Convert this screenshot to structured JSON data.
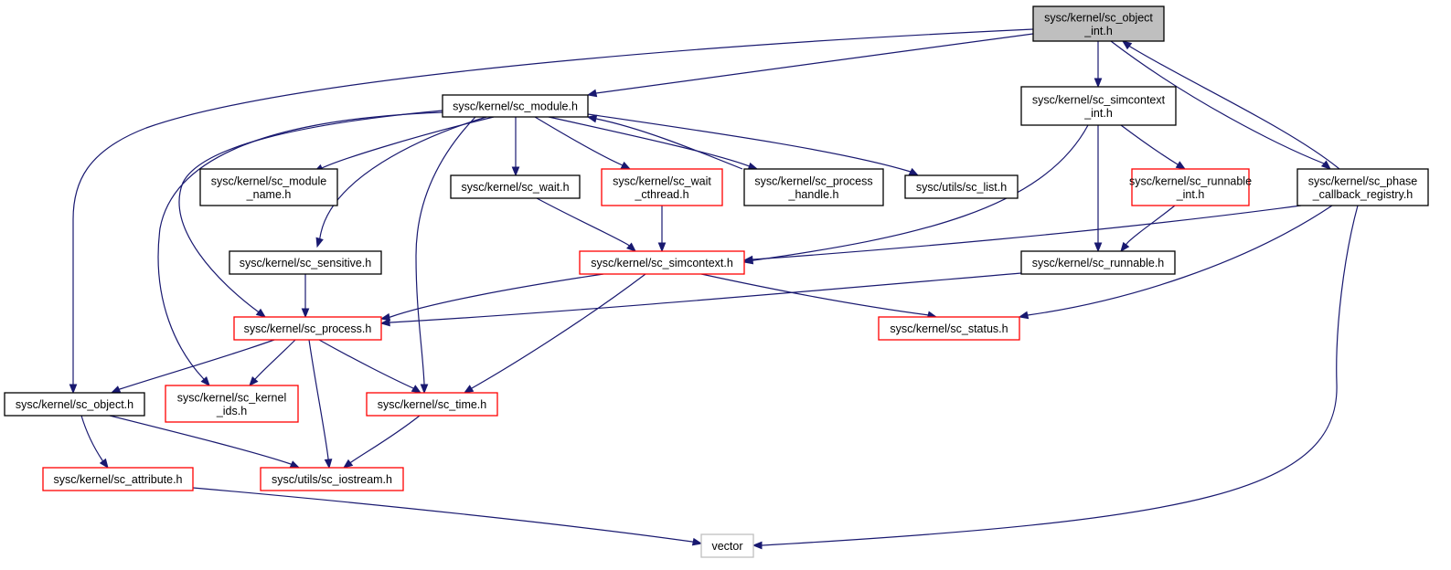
{
  "graph": {
    "colors": {
      "edge": "#191970",
      "focus_fill": "#bfbfbf",
      "plain_border": "#000000",
      "incomplete_border": "#ff0000",
      "external_border": "#bfbfbf"
    },
    "nodes": [
      {
        "id": "object_int",
        "lines": [
          "sysc/kernel/sc_object",
          "_int.h"
        ],
        "style": "focus"
      },
      {
        "id": "module",
        "lines": [
          "sysc/kernel/sc_module.h"
        ],
        "style": "plain"
      },
      {
        "id": "simcontext_int",
        "lines": [
          "sysc/kernel/sc_simcontext",
          "_int.h"
        ],
        "style": "plain"
      },
      {
        "id": "module_name",
        "lines": [
          "sysc/kernel/sc_module",
          "_name.h"
        ],
        "style": "plain"
      },
      {
        "id": "wait",
        "lines": [
          "sysc/kernel/sc_wait.h"
        ],
        "style": "plain"
      },
      {
        "id": "wait_cthread",
        "lines": [
          "sysc/kernel/sc_wait",
          "_cthread.h"
        ],
        "style": "red"
      },
      {
        "id": "process_handle",
        "lines": [
          "sysc/kernel/sc_process",
          "_handle.h"
        ],
        "style": "plain"
      },
      {
        "id": "list",
        "lines": [
          "sysc/utils/sc_list.h"
        ],
        "style": "plain"
      },
      {
        "id": "runnable_int",
        "lines": [
          "sysc/kernel/sc_runnable",
          "_int.h"
        ],
        "style": "red"
      },
      {
        "id": "phase_cb",
        "lines": [
          "sysc/kernel/sc_phase",
          "_callback_registry.h"
        ],
        "style": "plain"
      },
      {
        "id": "sensitive",
        "lines": [
          "sysc/kernel/sc_sensitive.h"
        ],
        "style": "plain"
      },
      {
        "id": "simcontext",
        "lines": [
          "sysc/kernel/sc_simcontext.h"
        ],
        "style": "red"
      },
      {
        "id": "runnable",
        "lines": [
          "sysc/kernel/sc_runnable.h"
        ],
        "style": "plain"
      },
      {
        "id": "process",
        "lines": [
          "sysc/kernel/sc_process.h"
        ],
        "style": "red"
      },
      {
        "id": "status",
        "lines": [
          "sysc/kernel/sc_status.h"
        ],
        "style": "red"
      },
      {
        "id": "object",
        "lines": [
          "sysc/kernel/sc_object.h"
        ],
        "style": "plain"
      },
      {
        "id": "kernel_ids",
        "lines": [
          "sysc/kernel/sc_kernel",
          "_ids.h"
        ],
        "style": "red"
      },
      {
        "id": "time",
        "lines": [
          "sysc/kernel/sc_time.h"
        ],
        "style": "red"
      },
      {
        "id": "attribute",
        "lines": [
          "sysc/kernel/sc_attribute.h"
        ],
        "style": "red"
      },
      {
        "id": "iostream",
        "lines": [
          "sysc/utils/sc_iostream.h"
        ],
        "style": "red"
      },
      {
        "id": "vector",
        "lines": [
          "vector"
        ],
        "style": "external"
      }
    ],
    "edges": [
      {
        "from": "object_int",
        "to": "module"
      },
      {
        "from": "object_int",
        "to": "object"
      },
      {
        "from": "object_int",
        "to": "simcontext_int"
      },
      {
        "from": "object_int",
        "to": "phase_cb"
      },
      {
        "from": "phase_cb",
        "to": "object_int"
      },
      {
        "from": "module",
        "to": "module_name"
      },
      {
        "from": "module",
        "to": "wait"
      },
      {
        "from": "module",
        "to": "wait_cthread"
      },
      {
        "from": "module",
        "to": "process_handle"
      },
      {
        "from": "process_handle",
        "to": "module"
      },
      {
        "from": "module",
        "to": "list"
      },
      {
        "from": "module",
        "to": "sensitive"
      },
      {
        "from": "module",
        "to": "process"
      },
      {
        "from": "module",
        "to": "kernel_ids"
      },
      {
        "from": "module",
        "to": "time"
      },
      {
        "from": "simcontext_int",
        "to": "simcontext"
      },
      {
        "from": "simcontext_int",
        "to": "runnable"
      },
      {
        "from": "simcontext_int",
        "to": "runnable_int"
      },
      {
        "from": "runnable_int",
        "to": "runnable"
      },
      {
        "from": "wait",
        "to": "simcontext"
      },
      {
        "from": "wait_cthread",
        "to": "simcontext"
      },
      {
        "from": "phase_cb",
        "to": "simcontext"
      },
      {
        "from": "phase_cb",
        "to": "status"
      },
      {
        "from": "phase_cb",
        "to": "vector"
      },
      {
        "from": "sensitive",
        "to": "process"
      },
      {
        "from": "simcontext",
        "to": "process"
      },
      {
        "from": "simcontext",
        "to": "status"
      },
      {
        "from": "simcontext",
        "to": "time"
      },
      {
        "from": "runnable",
        "to": "process"
      },
      {
        "from": "process",
        "to": "object"
      },
      {
        "from": "process",
        "to": "kernel_ids"
      },
      {
        "from": "process",
        "to": "time"
      },
      {
        "from": "process",
        "to": "iostream"
      },
      {
        "from": "object",
        "to": "attribute"
      },
      {
        "from": "object",
        "to": "iostream"
      },
      {
        "from": "time",
        "to": "iostream"
      },
      {
        "from": "attribute",
        "to": "vector"
      }
    ]
  }
}
